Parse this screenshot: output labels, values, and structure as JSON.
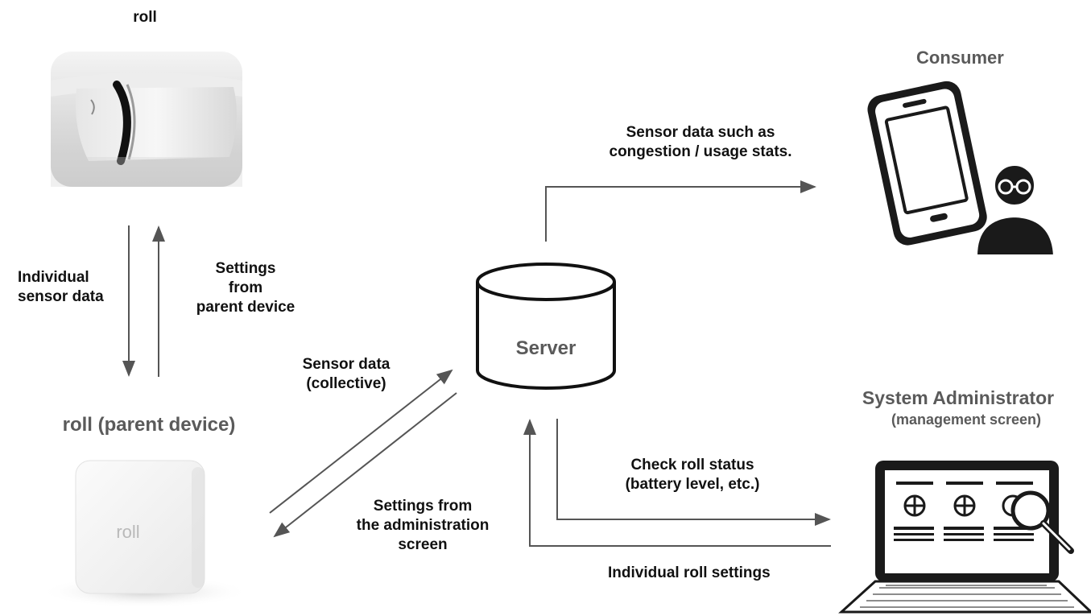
{
  "nodes": {
    "roll": "roll",
    "parent": "roll (parent device)",
    "server": "Server",
    "consumer": "Consumer",
    "admin_title": "System Administrator",
    "admin_subtitle": "(management screen)",
    "device_brand": "roll"
  },
  "edges": {
    "individual_sensor_data": [
      "Individual",
      "sensor data"
    ],
    "settings_from_parent": [
      "Settings",
      "from",
      "parent device"
    ],
    "sensor_data_collective": [
      "Sensor data",
      "(collective)"
    ],
    "settings_from_admin": [
      "Settings from",
      "the administration",
      "screen"
    ],
    "sensor_data_usage": [
      "Sensor data such as",
      "congestion / usage stats."
    ],
    "check_roll_status": [
      "Check roll status",
      "(battery level, etc.)"
    ],
    "individual_roll_settings": "Individual roll settings"
  },
  "icons": {
    "sensor_device": "roll-sensor-device-photo",
    "parent_device": "roll-parent-device-photo",
    "server": "database-cylinder-icon",
    "consumer": "smartphone-user-icon",
    "admin": "laptop-dashboard-icon"
  },
  "colors": {
    "arrow": "#555555",
    "title_gray": "#5a5a5a",
    "icon_dark": "#1a1a1a"
  }
}
